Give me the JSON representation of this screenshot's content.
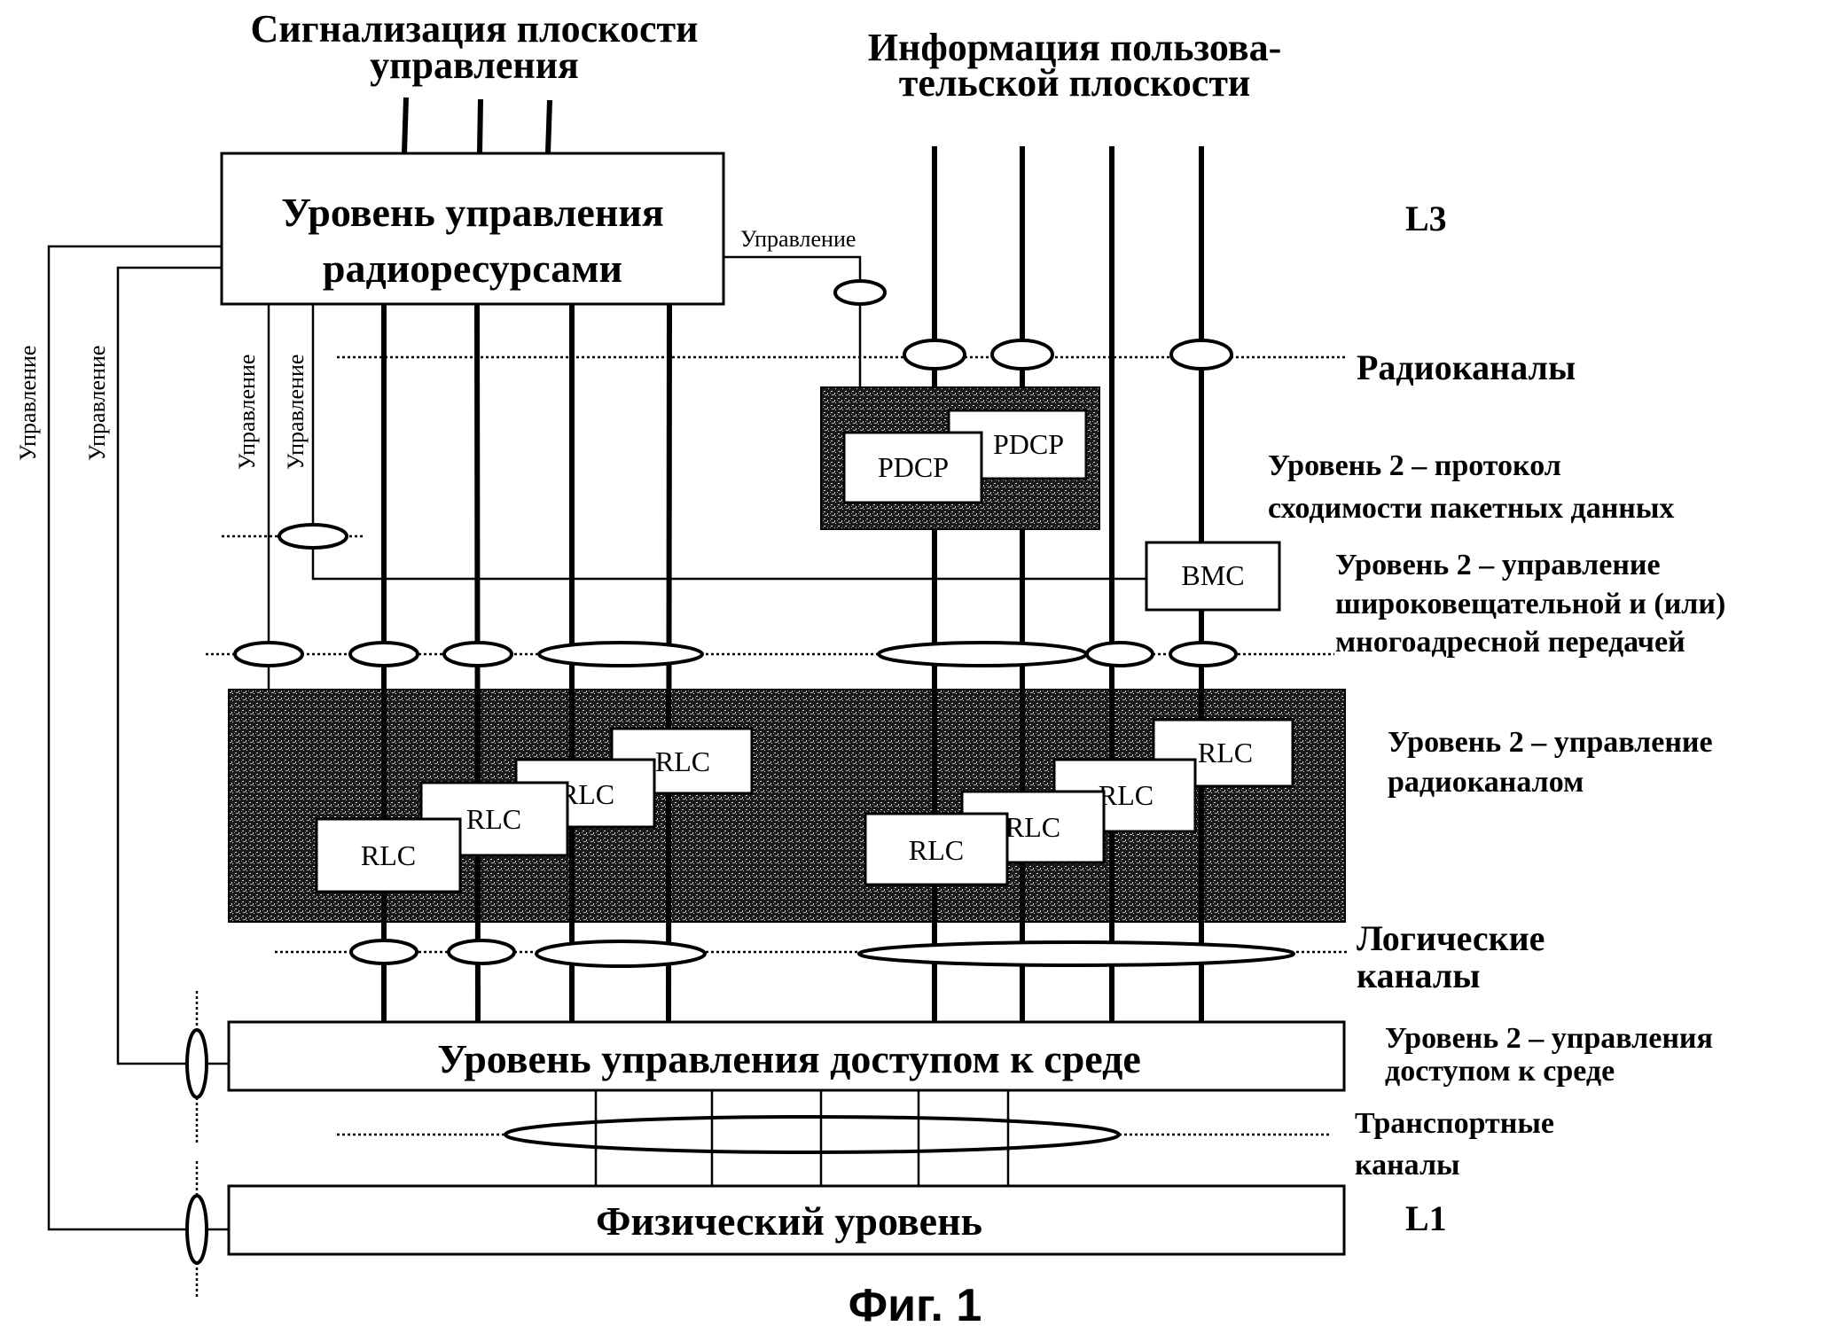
{
  "titles": {
    "control_plane": [
      "Сигнализация плоскости",
      "управления"
    ],
    "user_plane": [
      "Информация пользова-",
      "тельской плоскости"
    ]
  },
  "blocks": {
    "rrc": [
      "Уровень управления",
      "радиоресурсами"
    ],
    "pdcp": [
      "PDCP",
      "PDCP"
    ],
    "bmc": "BMC",
    "rlc": [
      "RLC",
      "RLC",
      "RLC",
      "RLC",
      "RLC",
      "RLC",
      "RLC",
      "RLC"
    ],
    "mac": "Уровень управления доступом к среде",
    "phy": "Физический уровень"
  },
  "control_labels": {
    "top": "Управление",
    "vertical": [
      "Управление",
      "Управление",
      "Управление",
      "Управление"
    ]
  },
  "right_labels": {
    "l3": "L3",
    "radio_bearers": "Радиоканалы",
    "pdcp_layer": [
      "Уровень 2 – протокол",
      "сходимости пакетных данных"
    ],
    "bmc_layer": [
      "Уровень 2 – управление",
      "широковещательной и (или)",
      "многоадресной передачей"
    ],
    "rlc_layer": [
      "Уровень 2 – управление",
      "радиоканалом"
    ],
    "logical_channels": [
      "Логические",
      "каналы"
    ],
    "mac_layer": [
      "Уровень 2 – управления",
      "доступом к среде"
    ],
    "transport_channels": [
      "Транспортные",
      "каналы"
    ],
    "l1": "L1"
  },
  "caption": "Фиг. 1"
}
